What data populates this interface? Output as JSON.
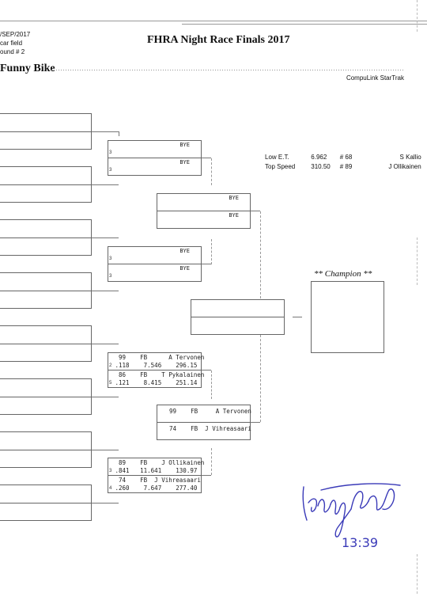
{
  "header": {
    "date": "/SEP/2017",
    "field": "car field",
    "round": "ound # 2",
    "title": "FHRA Night Race Finals 2017",
    "class_name": "Funny Bike",
    "brand": "CompuLink StarTrak"
  },
  "stats": {
    "low_et_label": "Low  E.T.",
    "low_et_value": "6.962",
    "low_et_num": "# 68",
    "low_et_name": "S Kallio",
    "top_speed_label": "Top Speed",
    "top_speed_value": "310.50",
    "top_speed_num": "# 89",
    "top_speed_name": "J Ollikainen"
  },
  "round2": {
    "bye_label": "BYE",
    "lane_3": "3",
    "lane_2": "2",
    "lane_5": "5",
    "lane_4": "4",
    "match5_top": "  99    FB      A Tervonen",
    "match5_top_b": " .118    7.546    296.15",
    "match5_bot": "  86    FB    T Pykalainen",
    "match5_bot_b": " .121    8.415    251.14",
    "match7_top": "  89    FB    J Ollikainen",
    "match7_top_b": " .841   11.641    130.97",
    "match7_bot": "  74    FB  J Vihreasaari",
    "match7_bot_b": " .260    7.647    277.40"
  },
  "round3": {
    "bye_label": "BYE",
    "slot3_top": "  99    FB     A Tervonen",
    "slot3_bot": "  74    FB  J Vihreasaari"
  },
  "champion": {
    "label": "** Champion **"
  },
  "signature": {
    "time": "13:39"
  }
}
